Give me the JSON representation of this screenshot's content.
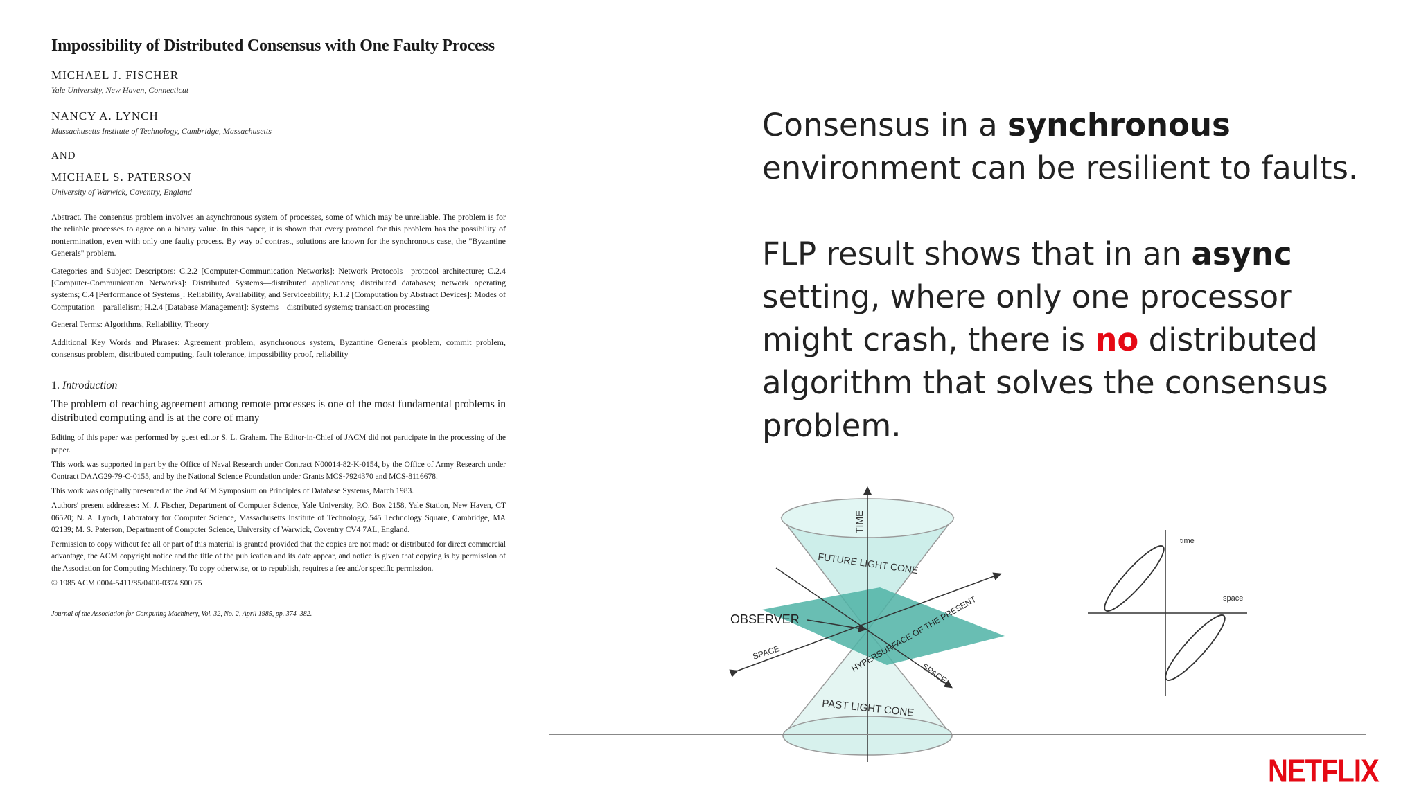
{
  "paper": {
    "title": "Impossibility of Distributed Consensus with One Faulty Process",
    "authors": [
      {
        "name": "MICHAEL J. FISCHER",
        "affiliation": "Yale University, New Haven, Connecticut"
      },
      {
        "name": "NANCY A. LYNCH",
        "affiliation": "Massachusetts Institute of Technology, Cambridge, Massachusetts"
      },
      {
        "name": "MICHAEL S. PATERSON",
        "affiliation": "University of Warwick, Coventry, England"
      }
    ],
    "and_label": "AND",
    "abstract": "Abstract. The consensus problem involves an asynchronous system of processes, some of which may be unreliable. The problem is for the reliable processes to agree on a binary value. In this paper, it is shown that every protocol for this problem has the possibility of nontermination, even with only one faulty process. By way of contrast, solutions are known for the synchronous case, the \"Byzantine Generals\" problem.",
    "categories": "Categories and Subject Descriptors: C.2.2 [Computer-Communication Networks]: Network Protocols—protocol architecture; C.2.4 [Computer-Communication Networks]: Distributed Systems—distributed applications; distributed databases; network operating systems; C.4 [Performance of Systems]: Reliability, Availability, and Serviceability; F.1.2 [Computation by Abstract Devices]: Modes of Computation—parallelism; H.2.4 [Database Management]: Systems—distributed systems; transaction processing",
    "general_terms": "General Terms: Algorithms, Reliability, Theory",
    "keywords": "Additional Key Words and Phrases: Agreement problem, asynchronous system, Byzantine Generals problem, commit problem, consensus problem, distributed computing, fault tolerance, impossibility proof, reliability",
    "intro_number": "1.",
    "intro_heading": "Introduction",
    "intro_text": "The problem of reaching agreement among remote processes is one of the most fundamental problems in distributed computing and is at the core of many",
    "footnotes": [
      "Editing of this paper was performed by guest editor S. L. Graham. The Editor-in-Chief of JACM did not participate in the processing of the paper.",
      "This work was supported in part by the Office of Naval Research under Contract N00014-82-K-0154, by the Office of Army Research under Contract DAAG29-79-C-0155, and by the National Science Foundation under Grants MCS-7924370 and MCS-8116678.",
      "This work was originally presented at the 2nd ACM Symposium on Principles of Database Systems, March 1983.",
      "Authors' present addresses: M. J. Fischer, Department of Computer Science, Yale University, P.O. Box 2158, Yale Station, New Haven, CT 06520; N. A. Lynch, Laboratory for Computer Science, Massachusetts Institute of Technology, 545 Technology Square, Cambridge, MA 02139; M. S. Paterson, Department of Computer Science, University of Warwick, Coventry CV4 7AL, England.",
      "Permission to copy without fee all or part of this material is granted provided that the copies are not made or distributed for direct commercial advantage, the ACM copyright notice and the title of the publication and its date appear, and notice is given that copying is by permission of the Association for Computing Machinery. To copy otherwise, or to republish, requires a fee and/or specific permission.",
      "© 1985 ACM 0004-5411/85/0400-0374 $00.75"
    ],
    "journal": "Journal of the Association for Computing Machinery, Vol. 32, No. 2, April 1985, pp. 374–382."
  },
  "slide_text": {
    "p1_pre": "Consensus in a ",
    "p1_bold": "synchronous",
    "p1_post": "environment can be resilient to faults.",
    "p2_pre": "FLP result shows that in an ",
    "p2_bold": "async",
    "p2_line2": "setting, where only one processor",
    "p2_line3_pre": "might crash, there is ",
    "p2_red": "no",
    "p2_line3_post": " distributed",
    "p2_line4": "algorithm that solves the consensus",
    "p2_line5": "problem."
  },
  "light_cone": {
    "time_label": "TIME",
    "future_label": "FUTURE LIGHT CONE",
    "observer_label": "OBSERVER",
    "space_left_label": "SPACE",
    "space_right_label": "SPACE",
    "hypersurface_label": "HYPERSURFACE OF THE PRESENT",
    "past_label": "PAST LIGHT CONE"
  },
  "spacetime": {
    "time_label": "time",
    "space_label": "space"
  },
  "logo": "NETFLIX",
  "colors": {
    "accent": "#e50914",
    "cone_fill": "#bfe6e2",
    "plane_fill": "#4fb3a6"
  }
}
